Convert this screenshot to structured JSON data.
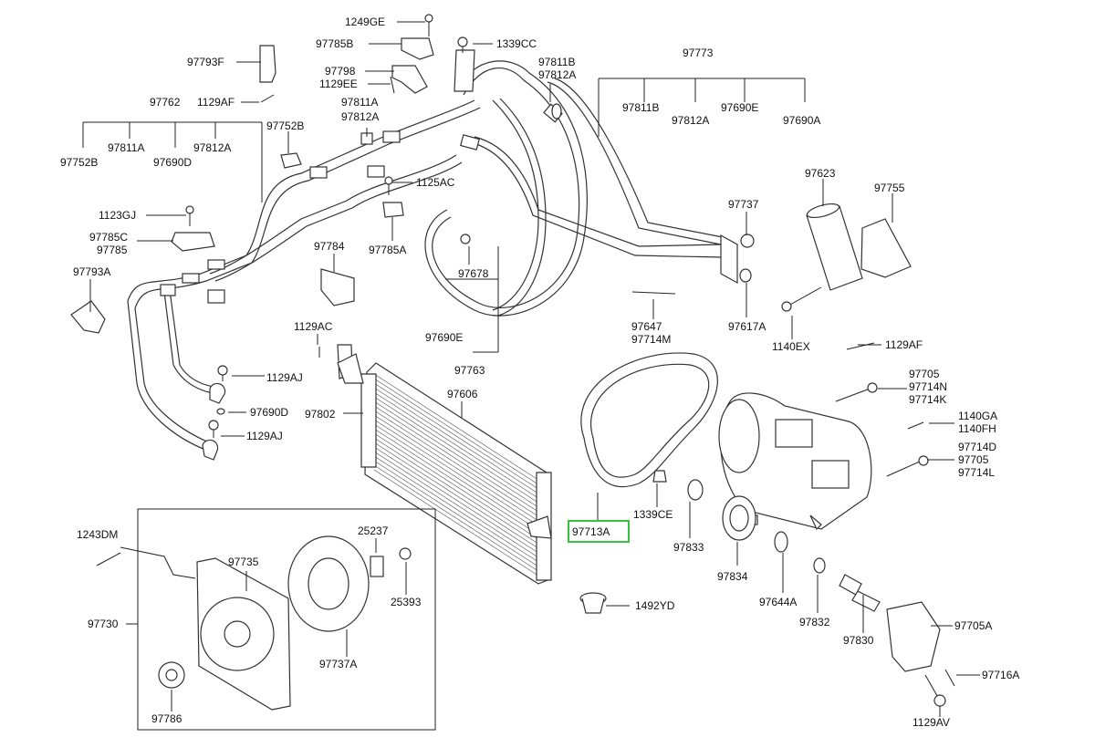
{
  "highlight_color": "#36c23a",
  "highlighted_part": "97713A",
  "labels": [
    {
      "id": "1249GE",
      "text": "1249GE"
    },
    {
      "id": "97785B",
      "text": "97785B"
    },
    {
      "id": "1339CC",
      "text": "1339CC"
    },
    {
      "id": "97793F",
      "text": "97793F"
    },
    {
      "id": "97798",
      "text": "97798"
    },
    {
      "id": "1129EE",
      "text": "1129EE"
    },
    {
      "id": "97811B-top",
      "text": "97811B"
    },
    {
      "id": "97812A-top",
      "text": "97812A"
    },
    {
      "id": "97773",
      "text": "97773"
    },
    {
      "id": "97811B-r",
      "text": "97811B"
    },
    {
      "id": "97812A-r",
      "text": "97812A"
    },
    {
      "id": "97690E-r",
      "text": "97690E"
    },
    {
      "id": "97690A",
      "text": "97690A"
    },
    {
      "id": "1129AF-top",
      "text": "1129AF"
    },
    {
      "id": "97762",
      "text": "97762"
    },
    {
      "id": "97811A-mid",
      "text": "97811A"
    },
    {
      "id": "97812A-mid",
      "text": "97812A"
    },
    {
      "id": "97752B-right",
      "text": "97752B"
    },
    {
      "id": "97811A-l",
      "text": "97811A"
    },
    {
      "id": "97812A-l",
      "text": "97812A"
    },
    {
      "id": "97752B-l",
      "text": "97752B"
    },
    {
      "id": "97690D-l",
      "text": "97690D"
    },
    {
      "id": "1125AC",
      "text": "1125AC"
    },
    {
      "id": "1123GJ",
      "text": "1123GJ"
    },
    {
      "id": "97785C",
      "text": "97785C"
    },
    {
      "id": "97785",
      "text": "97785"
    },
    {
      "id": "97784",
      "text": "97784"
    },
    {
      "id": "97785A",
      "text": "97785A"
    },
    {
      "id": "97678",
      "text": "97678"
    },
    {
      "id": "97737",
      "text": "97737"
    },
    {
      "id": "97623",
      "text": "97623"
    },
    {
      "id": "97755",
      "text": "97755"
    },
    {
      "id": "97793A",
      "text": "97793A"
    },
    {
      "id": "97647",
      "text": "97647"
    },
    {
      "id": "97714M",
      "text": "97714M"
    },
    {
      "id": "97617A",
      "text": "97617A"
    },
    {
      "id": "1140EX",
      "text": "1140EX"
    },
    {
      "id": "1129AF-r",
      "text": "1129AF"
    },
    {
      "id": "1129AC",
      "text": "1129AC"
    },
    {
      "id": "97690E-m",
      "text": "97690E"
    },
    {
      "id": "97763",
      "text": "97763"
    },
    {
      "id": "1129AJ-1",
      "text": "1129AJ"
    },
    {
      "id": "97606",
      "text": "97606"
    },
    {
      "id": "97705-1",
      "text": "97705"
    },
    {
      "id": "97714N",
      "text": "97714N"
    },
    {
      "id": "97714K",
      "text": "97714K"
    },
    {
      "id": "97802",
      "text": "97802"
    },
    {
      "id": "97690D-b",
      "text": "97690D"
    },
    {
      "id": "1140GA",
      "text": "1140GA"
    },
    {
      "id": "1140FH",
      "text": "1140FH"
    },
    {
      "id": "1129AJ-2",
      "text": "1129AJ"
    },
    {
      "id": "97714D",
      "text": "97714D"
    },
    {
      "id": "97705-2",
      "text": "97705"
    },
    {
      "id": "97714L",
      "text": "97714L"
    },
    {
      "id": "1339CE",
      "text": "1339CE"
    },
    {
      "id": "97713A",
      "text": "97713A"
    },
    {
      "id": "1243DM",
      "text": "1243DM"
    },
    {
      "id": "25237",
      "text": "25237"
    },
    {
      "id": "97735",
      "text": "97735"
    },
    {
      "id": "97833",
      "text": "97833"
    },
    {
      "id": "97834",
      "text": "97834"
    },
    {
      "id": "25393",
      "text": "25393"
    },
    {
      "id": "97644A",
      "text": "97644A"
    },
    {
      "id": "97832",
      "text": "97832"
    },
    {
      "id": "1492YD",
      "text": "1492YD"
    },
    {
      "id": "97730",
      "text": "97730"
    },
    {
      "id": "97705A",
      "text": "97705A"
    },
    {
      "id": "97830",
      "text": "97830"
    },
    {
      "id": "97737A",
      "text": "97737A"
    },
    {
      "id": "97716A",
      "text": "97716A"
    },
    {
      "id": "97786",
      "text": "97786"
    },
    {
      "id": "1129AV",
      "text": "1129AV"
    }
  ]
}
